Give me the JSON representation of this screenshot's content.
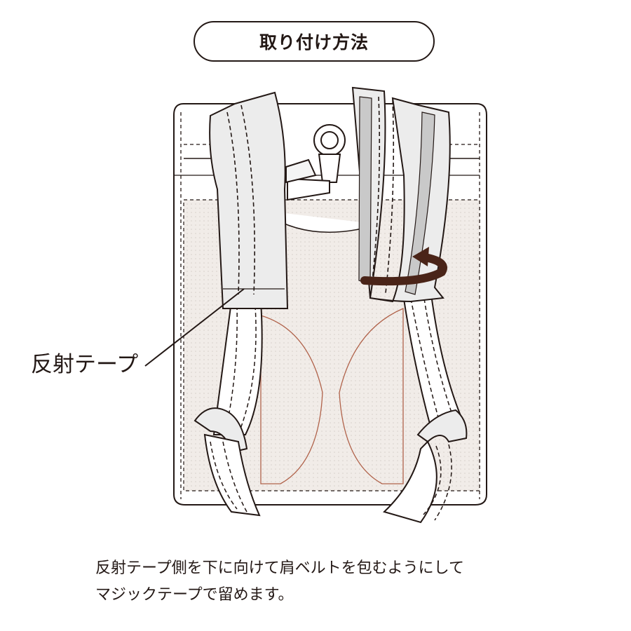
{
  "title": "取り付け方法",
  "callout_label": "反射テープ",
  "instructions": {
    "line1": "反射テープ側を下に向けて肩ベルトを包むようにして",
    "line2": "マジックテープで留めます。"
  },
  "colors": {
    "line": "#231815",
    "reflective_tape": "#c9c9c9",
    "strap_fill": "#ececec",
    "mesh_fill": "#efeae6",
    "arrow": "#4a2418"
  },
  "icons": [
    "backpack-illustration",
    "wrap-arrow-icon",
    "callout-leader-line"
  ]
}
